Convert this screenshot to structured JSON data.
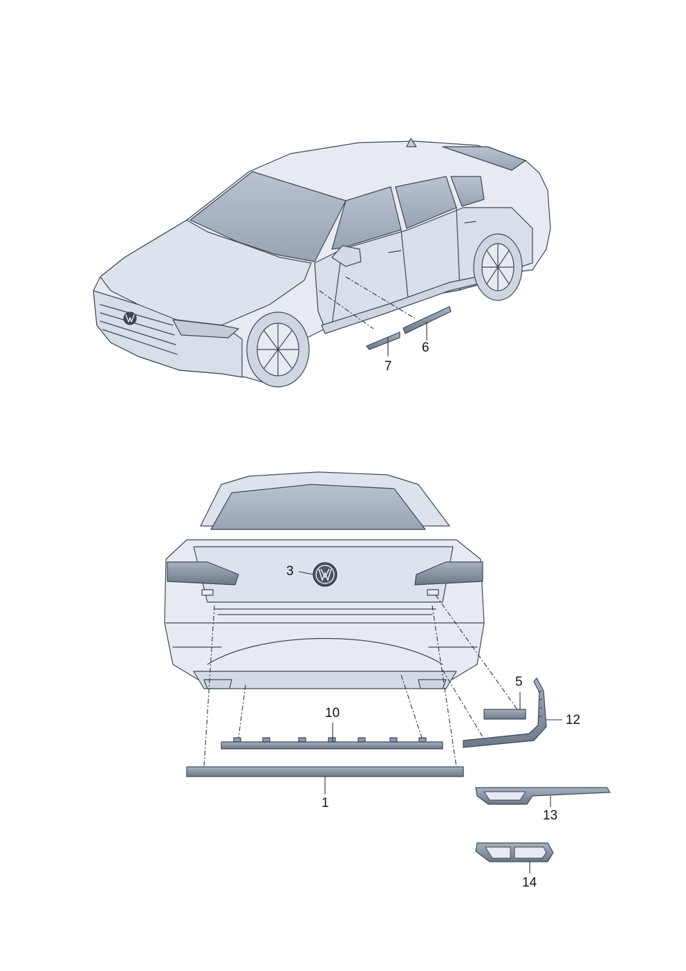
{
  "callouts": {
    "c1": "1",
    "c3": "3",
    "c5": "5",
    "c6": "6",
    "c7": "7",
    "c10": "10",
    "c12": "12",
    "c13": "13",
    "c14": "14"
  },
  "colors": {
    "body_fill": "#e7ebf1",
    "body_shade": "#d4dbe6",
    "glass": "#a9b3c2",
    "line": "#3c4654",
    "part_fill": "#8e99aa",
    "part_dark": "#5d6878",
    "leader": "#2b2f36",
    "text": "#111111"
  },
  "icons": {
    "front_badge": "vw-logo-icon",
    "rear_badge": "vw-logo-icon"
  }
}
